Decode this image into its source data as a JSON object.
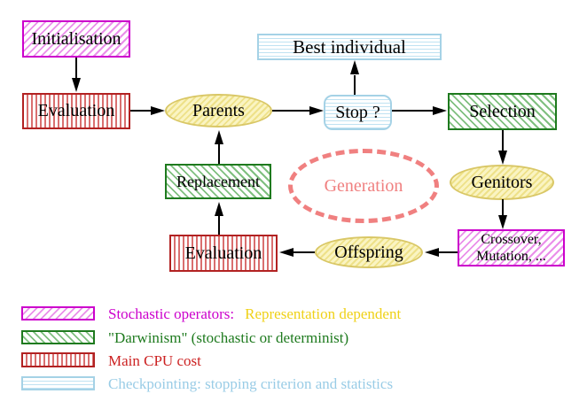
{
  "nodes": {
    "initialisation": {
      "label": "Initialisation"
    },
    "evaluation_top": {
      "label": "Evaluation"
    },
    "parents": {
      "label": "Parents"
    },
    "best_individual": {
      "label": "Best individual"
    },
    "stop": {
      "label": "Stop ?"
    },
    "selection": {
      "label": "Selection"
    },
    "genitors": {
      "label": "Genitors"
    },
    "replacement": {
      "label": "Replacement"
    },
    "generation": {
      "label": "Generation"
    },
    "evaluation_bottom": {
      "label": "Evaluation"
    },
    "offspring": {
      "label": "Offspring"
    },
    "crossover": {
      "label_line1": "Crossover,",
      "label_line2": "Mutation, ..."
    }
  },
  "legend": {
    "stochastic": {
      "label": "Stochastic operators:",
      "suffix": "Representation dependent"
    },
    "darwinism": {
      "label": "\"Darwinism\" (stochastic or determinist)"
    },
    "cpu": {
      "label": "Main CPU cost"
    },
    "checkpointing": {
      "label": "Checkpointing: stopping criterion and statistics"
    }
  },
  "colors": {
    "magenta": "#cc00cc",
    "magenta_hatch": "#ea8fea",
    "green": "#1e7a1e",
    "green_hatch": "#7fbf7f",
    "red": "#b22222",
    "red_stripe": "#d96f6f",
    "cyan": "#a5d2e6",
    "yellow_border": "#d9c766",
    "yellow_fill": "#eee189",
    "salmon": "#f08080",
    "legend_yellow_text": "#efd117",
    "arrow": "#000000"
  }
}
